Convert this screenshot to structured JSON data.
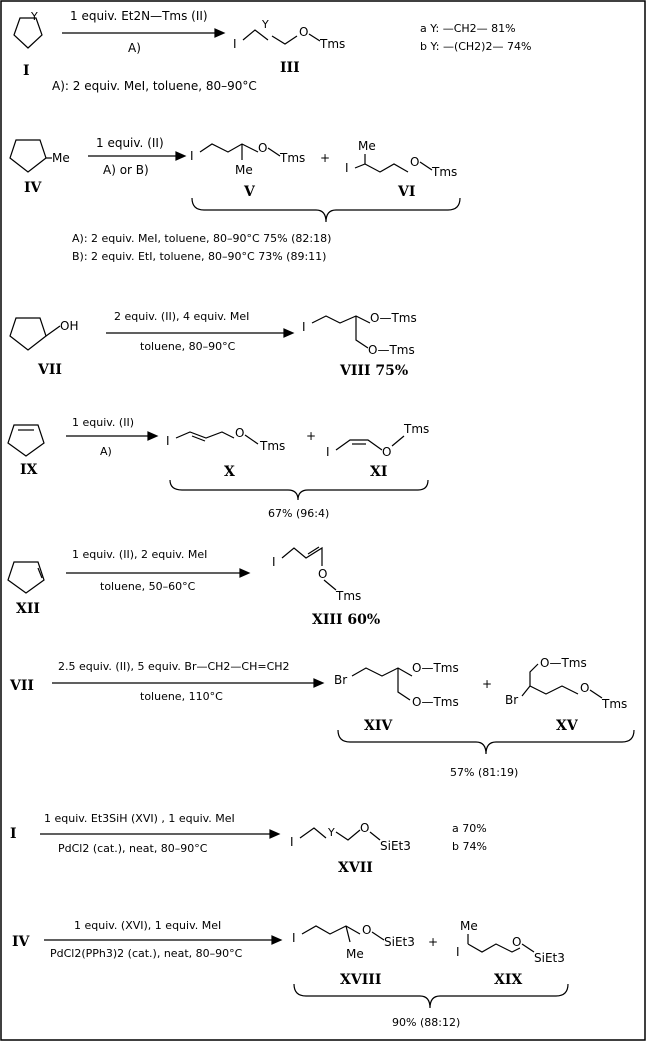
{
  "r1": {
    "reagent": "1 equiv. Et2N—Tms  (II)",
    "cond": "A)",
    "footnote": "A): 2 equiv. MeI, toluene, 80–90°C",
    "start_label": "I",
    "start_Y": "Y",
    "prod_label": "III",
    "prod_I": "I",
    "prod_Y": "Y",
    "prod_O": "O",
    "prod_Tms": "Tms",
    "a": "a Y:  —CH2—     81%",
    "b": "b Y:  —(CH2)2—   74%"
  },
  "r2": {
    "reagent": "1 equiv. (II)",
    "cond": "A)  or B)",
    "start_label": "IV",
    "start_Me": "Me",
    "p1_label": "V",
    "p2_label": "VI",
    "I1": "I",
    "O1": "O",
    "Tms1": "Tms",
    "Me1": "Me",
    "I2": "I",
    "O2": "O",
    "Tms2": "Tms",
    "Me2": "Me",
    "plus": "+",
    "lineA": "A): 2 equiv. MeI, toluene, 80–90°C      75% (82:18)",
    "lineB": "B): 2 equiv. EtI, toluene, 80–90°C      73% (89:11)"
  },
  "r3": {
    "reagent": "2 equiv. (II), 4 equiv. MeI",
    "cond": "toluene, 80–90°C",
    "start_label": "VII",
    "start_OH": "OH",
    "prod_label": "VIII  75%",
    "I": "I",
    "OTms1": "O—Tms",
    "OTms2": "O—Tms"
  },
  "r4": {
    "reagent": "1 equiv. (II)",
    "cond": "A)",
    "start_label": "IX",
    "p1_label": "X",
    "p2_label": "XI",
    "I1": "I",
    "O1": "O",
    "Tms1": "Tms",
    "I2": "I",
    "O2": "O",
    "Tms2": "Tms",
    "plus": "+",
    "yield": "67% (96:4)"
  },
  "r5": {
    "reagent": "1 equiv. (II), 2 equiv. MeI",
    "cond": "toluene, 50–60°C",
    "start_label": "XII",
    "prod_label": "XIII  60%",
    "I": "I",
    "O": "O",
    "Tms": "Tms"
  },
  "r6": {
    "reagent": "2.5 equiv. (II), 5 equiv. Br—CH2—CH=CH2",
    "cond": "toluene, 110°C",
    "start_label": "VII",
    "p1_label": "XIV",
    "p2_label": "XV",
    "Br1": "Br",
    "OTms1a": "O—Tms",
    "OTms1b": "O—Tms",
    "Br2": "Br",
    "OTms2a": "O—Tms",
    "O2b": "O",
    "Tms2b": "Tms",
    "plus": "+",
    "yield": "57% (81:19)"
  },
  "r7": {
    "reagent": "1 equiv. Et3SiH  (XVI) , 1 equiv. MeI",
    "cond": "PdCl2 (cat.), neat, 80–90°C",
    "start_label": "I",
    "prod_label": "XVII",
    "I": "I",
    "Y": "Y",
    "O": "O",
    "SiEt3": "SiEt3",
    "a": "a 70%",
    "b": "b 74%"
  },
  "r8": {
    "reagent": "1 equiv. (XVI), 1 equiv. MeI",
    "cond": "PdCl2(PPh3)2 (cat.), neat, 80–90°C",
    "start_label": "IV",
    "p1_label": "XVIII",
    "p2_label": "XIX",
    "I1": "I",
    "O1": "O",
    "SiEt31": "SiEt3",
    "Me1": "Me",
    "I2": "I",
    "O2": "O",
    "SiEt32": "SiEt3",
    "Me2": "Me",
    "plus": "+",
    "yield": "90% (88:12)"
  }
}
